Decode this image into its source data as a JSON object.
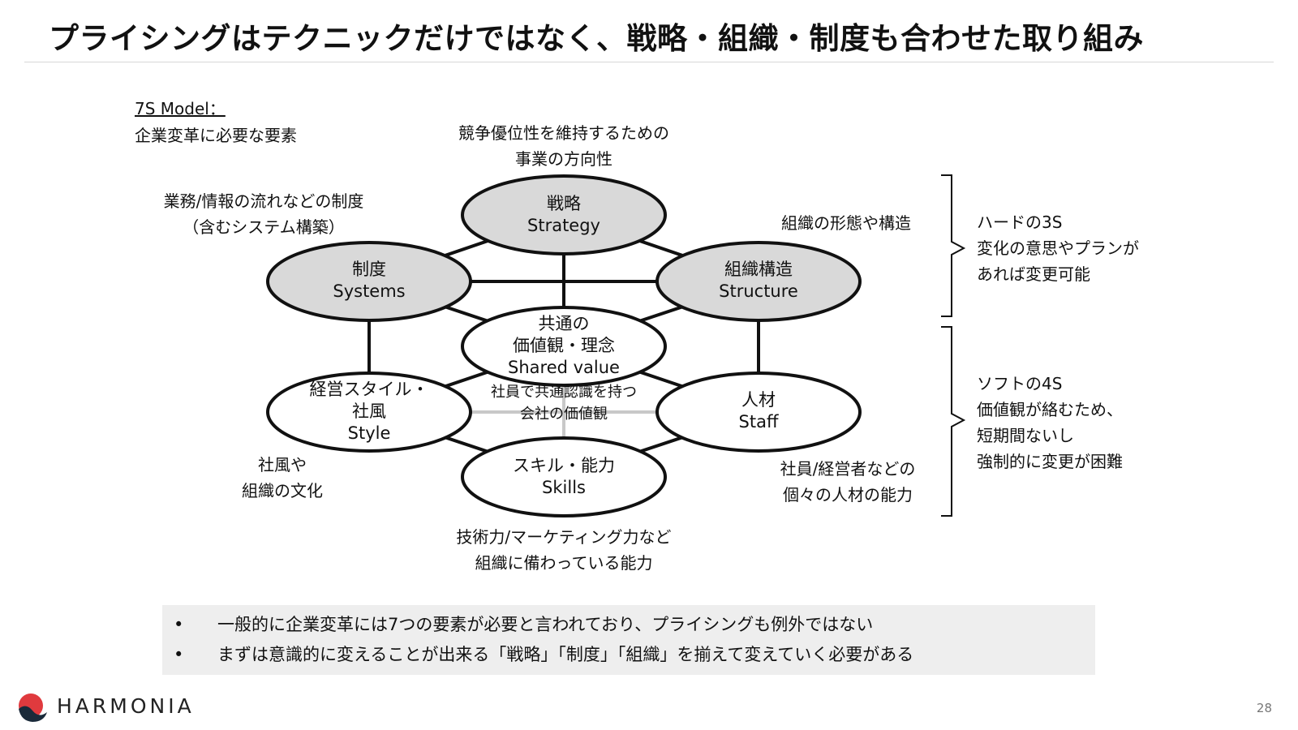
{
  "title": "プライシングはテクニックだけではなく、戦略・組織・制度も合わせた取り組み",
  "model": {
    "label": "7S Model：",
    "subtitle": "企業変革に必要な要素"
  },
  "nodes": {
    "strategy": {
      "ja": "戦略",
      "en": "Strategy",
      "desc": [
        "競争優位性を維持するための",
        "事業の方向性"
      ]
    },
    "systems": {
      "ja": "制度",
      "en": "Systems",
      "desc": [
        "業務/情報の流れなどの制度",
        "（含むシステム構築）"
      ]
    },
    "structure": {
      "ja": "組織構造",
      "en": "Structure",
      "desc": [
        "組織の形態や構造"
      ]
    },
    "shared_value": {
      "ja1": "共通の",
      "ja2": "価値観・理念",
      "en": "Shared value",
      "desc": [
        "社員で共通認識を持つ",
        "会社の価値観"
      ]
    },
    "style": {
      "ja1": "経営スタイル・",
      "ja2": "社風",
      "en": "Style",
      "desc": [
        "社風や",
        "組織の文化"
      ]
    },
    "staff": {
      "ja": "人材",
      "en": "Staff",
      "desc": [
        "社員/経営者などの",
        "個々の人材の能力"
      ]
    },
    "skills": {
      "ja": "スキル・能力",
      "en": "Skills",
      "desc": [
        "技術力/マーケティング力など",
        "組織に備わっている能力"
      ]
    }
  },
  "hard": {
    "lines": [
      "ハードの3S",
      "変化の意思やプランが",
      "あれば変更可能"
    ]
  },
  "soft": {
    "lines": [
      "ソフトの4S",
      "価値観が絡むため、",
      "短期間ないし",
      "強制的に変更が困難"
    ]
  },
  "summary": {
    "bullet": "•",
    "items": [
      "一般的に企業変革には7つの要素が必要と言われており、プライシングも例外ではない",
      "まずは意識的に変えることが出来る「戦略」「制度」「組織」を揃えて変えていく必要がある"
    ]
  },
  "footer": {
    "brand": "HARMONIA",
    "page": "28"
  },
  "colors": {
    "hard_fill": "#d9d9d9",
    "soft_fill": "#ffffff",
    "stroke": "#111111",
    "connector": "#c8c8c8",
    "summary_bg": "#eeeeee",
    "logo_red": "#e03a3e",
    "logo_dark": "#1a2a3a"
  }
}
